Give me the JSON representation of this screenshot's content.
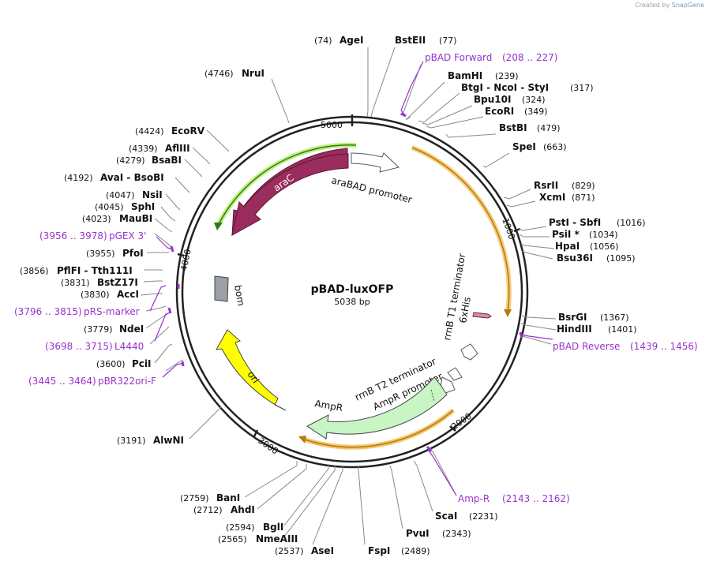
{
  "credit": {
    "prefix": "Created by",
    "brand": "SnapGene"
  },
  "plasmid": {
    "name": "pBAD-luxOFP",
    "length_label": "5038 bp",
    "length": 5038
  },
  "ticks": [
    {
      "pos": 1000,
      "label": "1000"
    },
    {
      "pos": 2000,
      "label": "2000"
    },
    {
      "pos": 3000,
      "label": "3000"
    },
    {
      "pos": 4000,
      "label": "4000"
    },
    {
      "pos": 5000,
      "label": "5000"
    }
  ],
  "features": [
    {
      "id": "araC",
      "label": "araC",
      "color": "#9b2c5e",
      "label_color": "#ffffff"
    },
    {
      "id": "araBAD",
      "label": "araBAD promoter",
      "color": "#ffffff"
    },
    {
      "id": "luxOFP",
      "label": "",
      "color": "#f5a623"
    },
    {
      "id": "sixHis",
      "label": "6xHis",
      "color": "#d98ca8"
    },
    {
      "id": "rrnBT1",
      "label": "rrnB T1 terminator",
      "color": "#ffffff"
    },
    {
      "id": "rrnBT2",
      "label": "rrnB T2 terminator",
      "color": "#ffffff"
    },
    {
      "id": "AmpRprom",
      "label": "AmpR promoter",
      "color": "#ffffff"
    },
    {
      "id": "AmpR",
      "label": "AmpR",
      "color": "#c7f5c4"
    },
    {
      "id": "ori",
      "label": "ori",
      "color": "#ffff00"
    },
    {
      "id": "bom",
      "label": "bom",
      "color": "#9aa0a6"
    }
  ],
  "sites": [
    {
      "name": "AgeI",
      "pos": "(74)"
    },
    {
      "name": "BstEII",
      "pos": "(77)"
    },
    {
      "name": "pBAD Forward",
      "pos": "(208 .. 227)",
      "primer": true
    },
    {
      "name": "BamHI",
      "pos": "(239)"
    },
    {
      "name": "BtgI - NcoI - StyI",
      "pos": "(317)"
    },
    {
      "name": "Bpu10I",
      "pos": "(324)"
    },
    {
      "name": "EcoRI",
      "pos": "(349)"
    },
    {
      "name": "BstBI",
      "pos": "(479)"
    },
    {
      "name": "SpeI",
      "pos": "(663)"
    },
    {
      "name": "RsrII",
      "pos": "(829)"
    },
    {
      "name": "XcmI",
      "pos": "(871)"
    },
    {
      "name": "PstI - SbfI",
      "pos": "(1016)"
    },
    {
      "name": "PsiI *",
      "pos": "(1034)"
    },
    {
      "name": "HpaI",
      "pos": "(1056)"
    },
    {
      "name": "Bsu36I",
      "pos": "(1095)"
    },
    {
      "name": "BsrGI",
      "pos": "(1367)"
    },
    {
      "name": "HindIII",
      "pos": "(1401)"
    },
    {
      "name": "pBAD Reverse",
      "pos": "(1439 .. 1456)",
      "primer": true
    },
    {
      "name": "Amp-R",
      "pos": "(2143 .. 2162)",
      "primer": true
    },
    {
      "name": "ScaI",
      "pos": "(2231)"
    },
    {
      "name": "PvuI",
      "pos": "(2343)"
    },
    {
      "name": "FspI",
      "pos": "(2489)"
    },
    {
      "name": "AseI",
      "pos": "(2537)"
    },
    {
      "name": "NmeAIII",
      "pos": "(2565)"
    },
    {
      "name": "BglI",
      "pos": "(2594)"
    },
    {
      "name": "AhdI",
      "pos": "(2712)"
    },
    {
      "name": "BanI",
      "pos": "(2759)"
    },
    {
      "name": "AlwNI",
      "pos": "(3191)"
    },
    {
      "name": "pBR322ori-F",
      "pos": "(3445 .. 3464)",
      "primer": true
    },
    {
      "name": "PciI",
      "pos": "(3600)"
    },
    {
      "name": "L4440",
      "pos": "(3698 .. 3715)",
      "primer": true
    },
    {
      "name": "NdeI",
      "pos": "(3779)"
    },
    {
      "name": "pRS-marker",
      "pos": "(3796 .. 3815)",
      "primer": true
    },
    {
      "name": "AccI",
      "pos": "(3830)"
    },
    {
      "name": "BstZ17I",
      "pos": "(3831)"
    },
    {
      "name": "PflFI - Tth111I",
      "pos": "(3856)"
    },
    {
      "name": "PfoI",
      "pos": "(3955)"
    },
    {
      "name": "pGEX 3'",
      "pos": "(3956 .. 3978)",
      "primer": true
    },
    {
      "name": "MauBI",
      "pos": "(4023)"
    },
    {
      "name": "SphI",
      "pos": "(4045)"
    },
    {
      "name": "NsiI",
      "pos": "(4047)"
    },
    {
      "name": "AvaI - BsoBI",
      "pos": "(4192)"
    },
    {
      "name": "BsaBI",
      "pos": "(4279)"
    },
    {
      "name": "AflIII",
      "pos": "(4339)"
    },
    {
      "name": "EcoRV",
      "pos": "(4424)"
    },
    {
      "name": "NruI",
      "pos": "(4746)"
    }
  ],
  "colors": {
    "backbone": "#222222",
    "primer": "#9933cc",
    "leader": "#888888"
  }
}
